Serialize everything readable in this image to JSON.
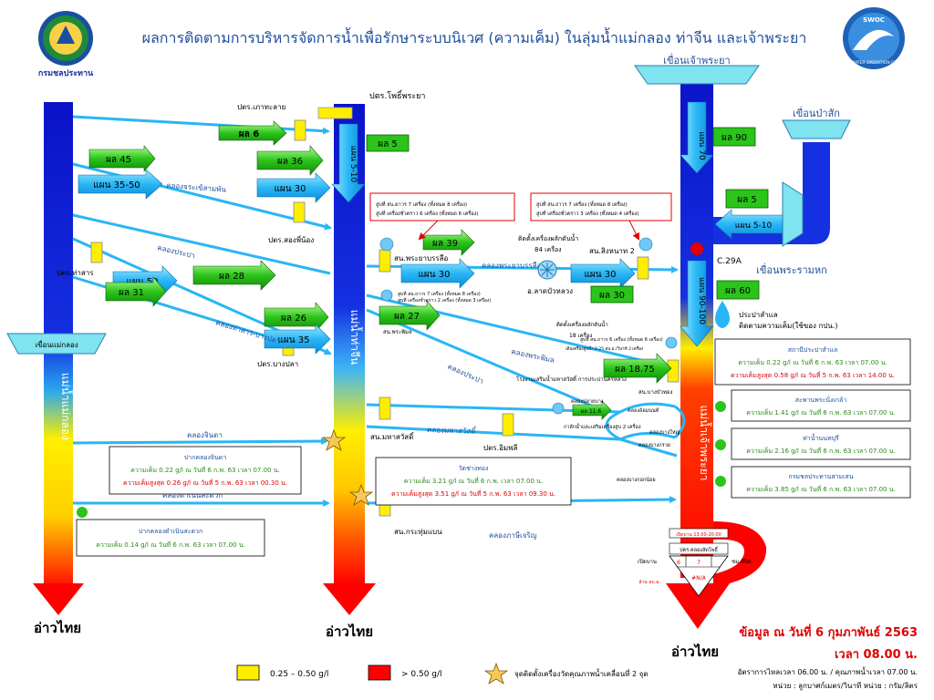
{
  "header": {
    "title": "ผลการติดตามการบริหารจัดการน้ำเพื่อรักษาระบบนิเวศ (ความเค็ม) ในลุ่มน้ำแม่กลอง ท่าจีน และเจ้าพระยา",
    "logo_left_caption": "กรมชลประทาน",
    "logo_right_top": "SWOC",
    "logo_right_ring": "SALT WATER OPERATION CENTER"
  },
  "dams": {
    "chao_phraya": "เขื่อนเจ้าพระยา",
    "pasak": "เขื่อนป่าสัก",
    "rama6": "เขื่อนพระรามหก",
    "mae_klong": "เขื่อนแม่กลอง"
  },
  "rivers": {
    "mae_klong": "แม่น้ำแม่กลอง",
    "tha_chin": "แม่น้ำท่าจีน",
    "chao_phraya": "แม่น้ำเจ้าพระยา",
    "gulf_left": "อ่าวไทย",
    "gulf_mid": "อ่าวไทย",
    "gulf_right": "อ่าวไทย"
  },
  "canals": {
    "chorakhe_sam_phan": "คลองจระเข้สามพัน",
    "prapa_west": "คลองประปา",
    "tha_san_bang_pla": "คลองท่าสาร-บางปลา",
    "phraya_banlue": "คลองพระยาบรรลือ",
    "phimon": "คลองพระพิมล",
    "prapa_east": "คลองประปา",
    "chinda": "คลองจินดา",
    "mahasawat": "คลองมหาสวัสดิ์",
    "damnoen": "คลองดำเนินสะดวก",
    "phasi_charoen": "คลองภาษีเจริญ",
    "om_non": "คลองอ้อมนนท์",
    "bang_kok_noi": "คลองบางกอกน้อย",
    "bang_yai": "คลองบางใหญ่",
    "bang_kruai": "คลองบางกรวย",
    "khlong_plaibang": "คลองปลายบาง"
  },
  "stations": {
    "phothi_phraya": "ปตร.โพธิ์พระยา",
    "pho_kradai": "ปตร.เภาทะลาย",
    "song_phi_nong": "ปตร.สองพี่น้อง",
    "tha_san": "ปตร.ท่าสาร",
    "bang_pla": "ปตร.บางปลา",
    "phraya_banlue_st": "สน.พระยาบรรลือ",
    "phimon_st": "สน.พระพิมล",
    "mahasawat_st": "สน.มหาสวัสดิ์",
    "krathum_baen": "สน.กระทุ่มแบน",
    "imphli": "ปตร.อิมพลี",
    "singhanat": "สน.สิงหนาท 2",
    "lat_bua_luang": "อ.ลาดบัวหลวง",
    "bang_bua_thong": "สน.บางบัวทอง",
    "c29a": "C.29A",
    "prapa_plant": "ประปาสำแล",
    "prapa_sub": "ติดตามความเค็ม(ใช้ของ กปน.)",
    "plant_note": "โรงงานเสริมน้ำมหาสวัสดิ์ การประปานครหลวง",
    "pump_note": "กาลักน้ำและเสริมเครื่องสูบ 2 เครื่อง"
  },
  "flows": {
    "f6": "ผล 6",
    "f45": "ผล 45",
    "f3550": "แผน 35-50",
    "f36": "ผล 36",
    "f30a": "แผน 30",
    "f28": "ผล 28",
    "f50": "แผน 50",
    "f31": "ผล 31",
    "f26": "ผล 26",
    "f35": "แผน 35",
    "f5": "ผล 5",
    "f510": "แผน 5-10",
    "f39": "ผล 39",
    "f30b": "แผน 30",
    "f27": "ผล 27",
    "f30c": "แผน 30",
    "f30d": "ผล 30",
    "f1875": "ผล 18.75",
    "f90": "ผล 90",
    "f70": "แผน 70",
    "f5b": "ผล 5",
    "f510b": "แผน 5-10",
    "f60": "ผล 60",
    "f90100": "แผน 90-100",
    "f116": "ผล 11.6"
  },
  "pumps": {
    "p84_title": "ติดตั้งเครื่องผลักดันน้ำ",
    "p84_count": "84 เครื่อง",
    "p18_title": "ติดตั้งเครื่องผลักดันน้ำ",
    "p18_count": "18 เครื่อง",
    "box1_line1": "สูบที่ สน.ดาวร 7 เครื่อง (ทั้งหมด 8 เครื่อง)",
    "box1_line2": "สูบที่ เครื่องชั่วคราว 6 เครื่อง (ทั้งหมด 6 เครื่อง)",
    "box2_line1": "สูบที่ สน.ถาวร 7 เครื่อง (ทั้งหมด 8 เครื่อง)",
    "box2_line2": "สูบที่ เครื่องชั่วคราว 3 เครื่อง (ทั้งหมด 4 เครื่อง)",
    "small1_line1": "สูบที่ สน.ถาวร 7 เครื่อง (ทั้งหมด 8 เครื่อง)",
    "small1_line2": "สูบที่ เครื่องชั่วคราว 2 เครื่อง (ทั้งหมด 3 เครื่อง)",
    "small2_line1": "สูบที่ สน.ถาวร 6 เครื่อง (ทั้งหมด 6 เครื่อง)",
    "small2_line2": "เดินเครื่องสูบน้ำ 0.25 ลบ.ม./วินาที 3 เครื่อง"
  },
  "salinity": {
    "damnoen_title": "ปากคลองดำเนินสะดวก",
    "damnoen_val": "ความเค็ม 0.14 g/l ณ วันที่ 6 ก.พ. 63 เวลา 07.00 น.",
    "chinda_title": "ปากคลองจินดา",
    "chinda_val": "ความเค็ม 0.22 g/l ณ วันที่ 6 ก.พ. 63 เวลา 07.00 น.",
    "chinda_max": "ความเค็มสูงสุด 0.26 g/l ณ วันที่ 5 ก.พ. 63 เวลา 00.30 น.",
    "wat_title": "วัดช่างทอง",
    "wat_val": "ความเค็ม 3.21 g/l ณ วันที่ 6 ก.พ. เวลา 07.00 น.",
    "wat_max": "ความเค็มสูงสุด 3.51 g/l ณ วันที่ 5 ก.พ. 63 เวลา 09.30 น.",
    "samlae_title": "สถานีประปาสำแล",
    "samlae_val": "ความเค็ม 0.22 g/l ณ วันที่ 6 ก.พ. 63 เวลา 07.00 น.",
    "samlae_max": "ความเค็มสูงสุด 0.58 g/l ณ วันที่ 5 ก.พ. 63 เวลา 14.00 น.",
    "pakkret_title": "สะพานพระนั่งเกล้า",
    "pakkret_val": "ความเค็ม 1.41 g/l ณ วันที่ 6 ก.พ. 63 เวลา 07.00 น.",
    "nonthaburi_title": "ท่าน้ำนนทบุรี",
    "nonthaburi_val": "ความเค็ม 2.16 g/l ณ วันที่ 6 ก.พ. 63 เวลา 07.00 น.",
    "rid_title": "กรมชลประทานสามเสน",
    "rid_val": "ความเค็ม 3.85 g/l ณ วันที่ 6 ก.พ. 63 เวลา 07.00 น."
  },
  "gate": {
    "time": "เปิดบาน 13.00-20.00",
    "name": "ปตร.คลองลัดโพธิ์",
    "open_label": "เปิดบาน",
    "close_label": "ชม.ที่ปิด",
    "v1": "6",
    "v2": "7",
    "flow_label": "ล้าน ลบ.ม.",
    "na": "#N/A"
  },
  "footer": {
    "date": "ข้อมูล ณ วันที่ 6 กุมภาพันธ์ 2563",
    "time": "เวลา 08.00 น.",
    "note1": "อัตราการไหลเวลา 06.00 น. / คุณภาพน้ำเวลา 07.00 น.",
    "note2": "หน่วย : ลูกบาศก์เมตร/วินาที    หน่วย : กรัม/ลิตร"
  },
  "legend": {
    "yellow": "0.25 – 0.50 g/l",
    "red": "> 0.50 g/l",
    "star": "จุดติดตั้งเครื่องวัดคุณภาพน้ำเคลื่อนที่ 2 จุด"
  },
  "colors": {
    "flow_green": "#2bc41a",
    "flow_blue": "#29b6f6",
    "salinity_yellow": "#ffee00",
    "salinity_red": "#ff0000",
    "river_blue": "#0a1fd6",
    "title_blue": "#1f4e9c"
  }
}
